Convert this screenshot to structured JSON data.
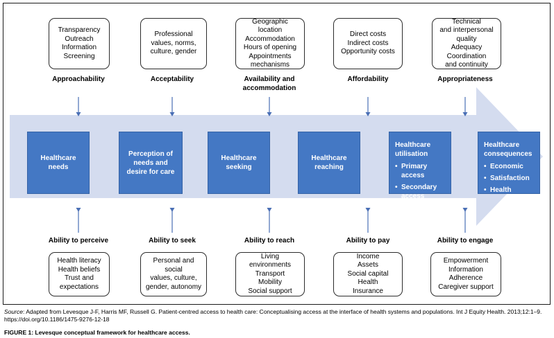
{
  "colors": {
    "arrow_band": "#d4dcef",
    "stage_box": "#4478c4",
    "connector": "#4a6fb5"
  },
  "top_dimensions": [
    {
      "box": "Transparency\nOutreach\nInformation\nScreening",
      "label": "Approachability"
    },
    {
      "box": "Professional\nvalues, norms,\nculture, gender",
      "label": "Acceptability"
    },
    {
      "box": "Geographic\nlocation\nAccommodation\nHours of opening\nAppointments\nmechanisms",
      "label": "Availability and\naccommodation"
    },
    {
      "box": "Direct costs\nIndirect costs\nOpportunity costs",
      "label": "Affordability"
    },
    {
      "box": "Technical\nand interpersonal\nquality\nAdequacy\nCoordination\nand continuity",
      "label": "Appropriateness"
    }
  ],
  "stages": [
    {
      "title": "Healthcare needs",
      "items": []
    },
    {
      "title": "Perception of\nneeds and\ndesire for care",
      "items": []
    },
    {
      "title": "Healthcare\nseeking",
      "items": []
    },
    {
      "title": "Healthcare\nreaching",
      "items": []
    },
    {
      "title": "Healthcare\nutilisation",
      "items": [
        "Primary access",
        "Secondary\naccess"
      ]
    },
    {
      "title": "Healthcare\nconsequences",
      "items": [
        "Economic",
        "Satisfaction",
        "Health"
      ]
    }
  ],
  "bottom_dimensions": [
    {
      "label": "Ability to perceive",
      "box": "Health literacy\nHealth beliefs\nTrust and\nexpectations"
    },
    {
      "label": "Ability to seek",
      "box": "Personal and social\nvalues, culture,\ngender, autonomy"
    },
    {
      "label": "Ability to reach",
      "box": "Living\nenvironments\nTransport\nMobility\nSocial support"
    },
    {
      "label": "Ability to pay",
      "box": "Income\nAssets\nSocial capital\nHealth\nInsurance"
    },
    {
      "label": "Ability to engage",
      "box": "Empowerment\nInformation\nAdherence\nCaregiver support"
    }
  ],
  "source": {
    "prefix": "Source",
    "text": ": Adapted from Levesque J-F, Harris MF, Russell G. Patient-centred access to health care: Conceptualising access at the interface of health systems and populations. Int J Equity Health. 2013;12:1–9. https://doi.org/10.1186/1475-9276-12-18"
  },
  "caption": "FIGURE 1: Levesque conceptual framework for healthcare access."
}
